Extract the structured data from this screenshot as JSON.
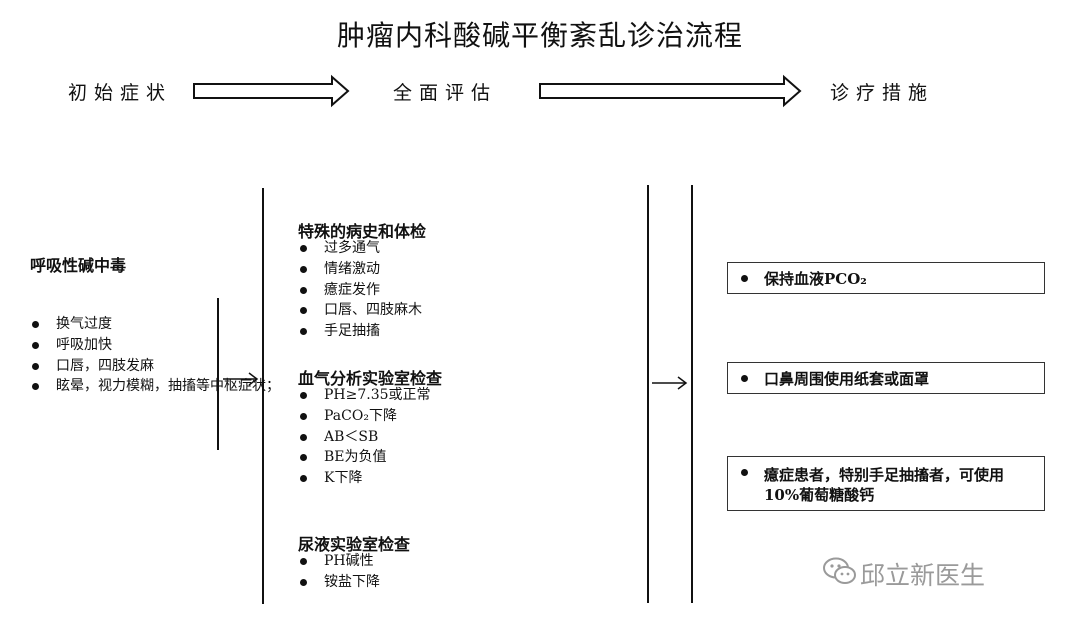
{
  "title": "肿瘤内科酸碱平衡紊乱诊治流程",
  "stages": [
    "初始症状",
    "全面评估",
    "诊疗措施"
  ],
  "left": {
    "heading": "呼吸性碱中毒",
    "items": [
      "换气过度",
      "呼吸加快",
      "口唇，四肢发麻",
      "眩晕，视力模糊，抽搐等中枢症状；"
    ]
  },
  "middle": {
    "sections": [
      {
        "heading": "特殊的病史和体检",
        "items": [
          "过多通气",
          "情绪激动",
          "癔症发作",
          "口唇、四肢麻木",
          "手足抽搐"
        ]
      },
      {
        "heading": "血气分析实验室检查",
        "items": [
          "PH≥7.35或正常",
          "PaCO₂下降",
          "AB＜SB",
          "BE为负值",
          "K下降"
        ]
      },
      {
        "heading": "尿液实验室检查",
        "items": [
          "PH碱性",
          "铵盐下降"
        ]
      }
    ]
  },
  "treatments": [
    "保持血液PCO₂",
    "口鼻周围使用纸套或面罩",
    "癔症患者，特别手足抽搐者，可使用10%葡萄糖酸钙"
  ],
  "watermark": "邱立新医生",
  "icon": "wechat-icon"
}
